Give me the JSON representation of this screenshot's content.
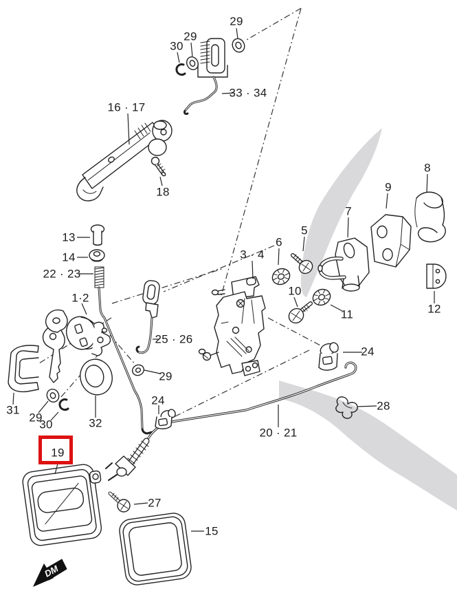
{
  "diagram_type": "exploded-parts-diagram",
  "colors": {
    "line": "#222222",
    "highlight": "#dd1111",
    "silhouette": "#d9d9db"
  },
  "dm": {
    "text": "DM"
  },
  "highlight": {
    "part": "19"
  },
  "labels": [
    {
      "text": "29"
    },
    {
      "text": "30"
    },
    {
      "text": "29"
    },
    {
      "text": "33 · 34"
    },
    {
      "text": "16 · 17"
    },
    {
      "text": "18"
    },
    {
      "text": "13"
    },
    {
      "text": "14"
    },
    {
      "text": "22 · 23"
    },
    {
      "text": "1·2"
    },
    {
      "text": "3 · 4"
    },
    {
      "text": "5"
    },
    {
      "text": "6"
    },
    {
      "text": "7"
    },
    {
      "text": "9"
    },
    {
      "text": "8"
    },
    {
      "text": "10"
    },
    {
      "text": "11"
    },
    {
      "text": "12"
    },
    {
      "text": "25 · 26"
    },
    {
      "text": "29"
    },
    {
      "text": "24"
    },
    {
      "text": "28"
    },
    {
      "text": "31"
    },
    {
      "text": "29"
    },
    {
      "text": "30"
    },
    {
      "text": "32"
    },
    {
      "text": "24"
    },
    {
      "text": "20 · 21"
    },
    {
      "text": "19"
    },
    {
      "text": "27"
    },
    {
      "text": "15"
    }
  ]
}
